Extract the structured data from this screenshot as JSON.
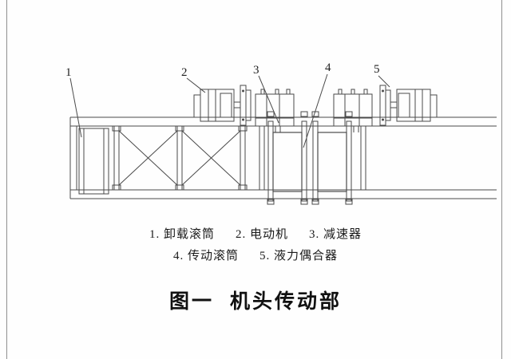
{
  "colors": {
    "line": "#4a4a4a",
    "text": "#1e1e1e",
    "page_border": "#8f8f8f",
    "background": "#fefefe"
  },
  "figure": {
    "callout_numbers": [
      "1",
      "2",
      "3",
      "4",
      "5"
    ]
  },
  "legend": {
    "row1": [
      "1. 卸载滚筒",
      "2. 电动机",
      "3. 减速器"
    ],
    "row2": [
      "4. 传动滚筒",
      "5. 液力偶合器"
    ]
  },
  "caption": {
    "fig_no": "图一",
    "title": "机头传动部"
  }
}
